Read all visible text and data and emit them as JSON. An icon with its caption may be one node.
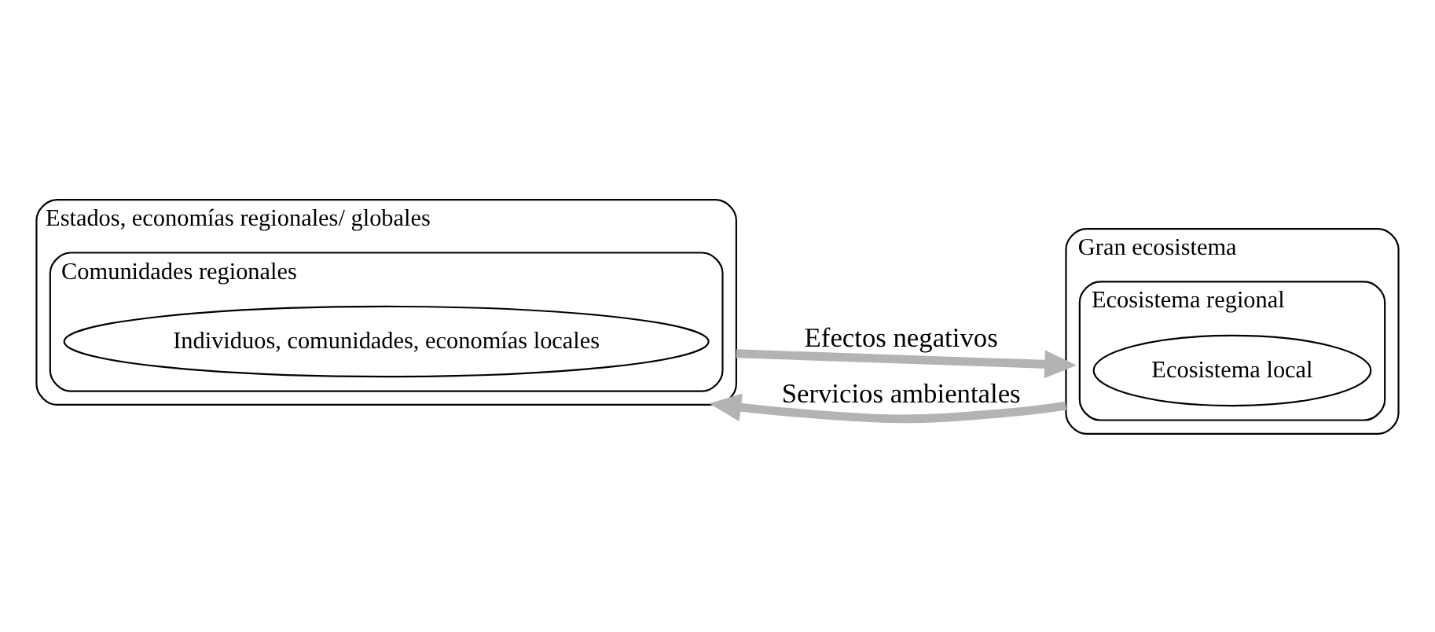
{
  "diagram": {
    "nodes": [
      {
        "text": [
          "Estados, economías regionales/ globales"
        ]
      },
      {
        "text": [
          "Comunidades regionales"
        ],
        "in": 0
      },
      {
        "text": [
          "Individuos, comunidades, economías locales"
        ],
        "in": 1
      },
      {
        "text": [
          "Gran ecosistema"
        ]
      },
      {
        "text": [
          "Ecosistema regional"
        ],
        "in": 3
      },
      {
        "text": [
          "Ecosistema local"
        ],
        "in": 4
      }
    ],
    "edges": [
      {
        "from": 0,
        "to": 3,
        "arrow": "to",
        "label": "Efectos negativos"
      },
      {
        "from": 3,
        "to": 0,
        "arrow": "to",
        "label": "Servicios ambientales"
      }
    ]
  }
}
